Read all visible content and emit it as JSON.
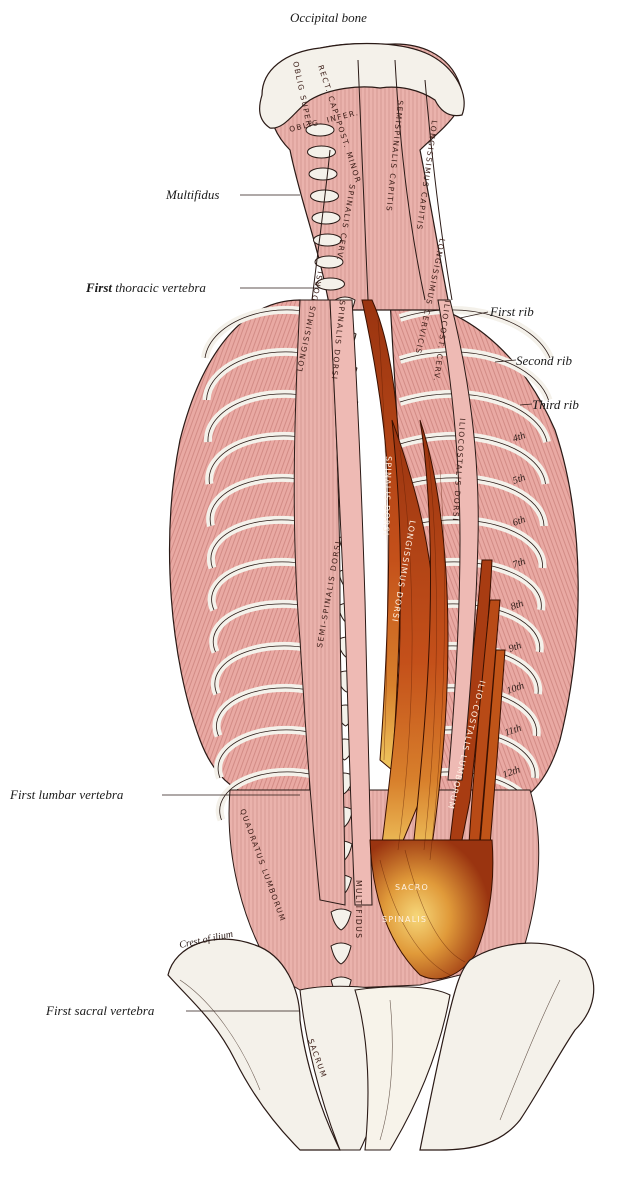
{
  "labels": {
    "occipital_bone": "Occipital bone",
    "multifidus": "Multifidus",
    "first_thoracic_bold": "First",
    "first_thoracic_rest": " thoracic vertebra",
    "first_rib": "First rib",
    "second_rib": "Second rib",
    "third_rib": "Third rib",
    "first_lumbar": "First lumbar vertebra",
    "first_sacral": "First sacral vertebra"
  },
  "rib_numbers": [
    "4th",
    "5th",
    "6th",
    "7th",
    "8th",
    "9th",
    "10th",
    "11th",
    "12th"
  ],
  "muscle_texts": {
    "oblig_super": "OBLIG SUPER",
    "oblig_infer": "OBLIG. INFER.",
    "rectus_minor": "RECT. CAP. POST. MINOR",
    "semispinalis_capitis": "SEMISPINALIS CAPITIS",
    "longissimus_capitis": "LONGISSIMUS CAPITIS",
    "spinalis_cerv": "SPINALIS CERV.",
    "longissimus_cervicis": "LONGISSIMUS CERVICIS",
    "iliocost_cerv": "ILIOCOST. CERV.",
    "longissimus_dorsi_left": "LONGISSIMUS DORSI",
    "spinalis_dorsi_left": "SPINALIS DORSI",
    "semi_spinalis_dorsi": "SEMI-SPINALIS DORSI",
    "spinalis_dorsi": "SPINALIS DORSI",
    "longissimus_dorsi": "LONGISSIMUS DORSI",
    "iliocostalis_dorsi": "ILIOCOSTALIS DORSI",
    "iliocostalis_lumborum": "ILIO-COSTALIS LUMBORUM",
    "sacro": "SACRO",
    "spinalis": "SPINALIS",
    "multifidus_label": "MULTIFIDUS",
    "quadratus_lumborum": "QUADRATUS LUMBORUM",
    "crest_of_ilium": "Crest of ilium",
    "sacrum": "SACRUM"
  },
  "colors": {
    "muscle_pink": "#e9a9a3",
    "muscle_dark_pink": "#c97f79",
    "highlight_dark": "#8e2a0c",
    "highlight_mid": "#c4501a",
    "highlight_light": "#e8b545",
    "bone": "#f4f1ea",
    "outline": "#2a1a16"
  }
}
